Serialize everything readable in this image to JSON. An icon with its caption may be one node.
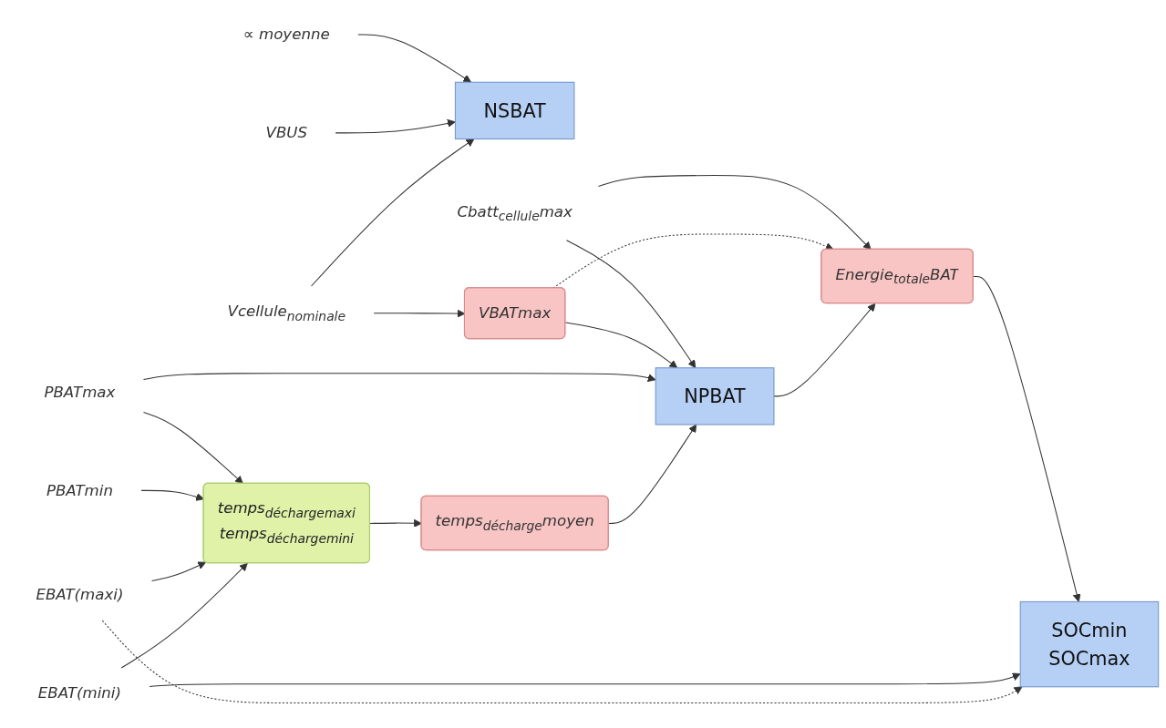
{
  "diagram": {
    "nodes": [
      {
        "text": [
          "∝ moyenne"
        ]
      },
      {
        "text": [
          "VBUS"
        ]
      },
      {
        "text": [
          "Vcellule$_{nominale}$"
        ]
      },
      {
        "text": [
          "NSBAT"
        ]
      },
      {
        "text": [
          "Cbatt$_{cellule}$max"
        ]
      },
      {
        "text": [
          "NPBAT"
        ]
      },
      {
        "text": [
          "VBATmax"
        ]
      },
      {
        "text": [
          "Energie$_{totale}$BAT"
        ]
      },
      {
        "text": [
          "PBATmax"
        ]
      },
      {
        "text": [
          "PBATmin"
        ]
      },
      {
        "text": [
          "EBAT(maxi)"
        ]
      },
      {
        "text": [
          "EBAT(mini)"
        ]
      },
      {
        "text": [
          "temps$_{décharge}$$_{maxi}$",
          "temps$_{décharge}$$_{mini}$"
        ]
      },
      {
        "text": [
          "temps$_{décharge}$moyen"
        ]
      },
      {
        "text": [
          "SOCmin",
          "SOCmax"
        ]
      }
    ],
    "edges": [
      {
        "from": 0,
        "to": 3,
        "arrow": "to"
      },
      {
        "from": 1,
        "to": 3,
        "arrow": "to"
      },
      {
        "from": 2,
        "to": 3,
        "arrow": "to"
      },
      {
        "from": 2,
        "to": 6,
        "arrow": "to"
      },
      {
        "from": 4,
        "to": 5,
        "arrow": "to"
      },
      {
        "from": 4,
        "to": 7,
        "arrow": "to"
      },
      {
        "from": 6,
        "to": 5,
        "arrow": "to"
      },
      {
        "from": 6,
        "to": 7,
        "arrow": "to",
        "style": "dashed"
      },
      {
        "from": 8,
        "to": 5,
        "arrow": "to"
      },
      {
        "from": 13,
        "to": 5,
        "arrow": "to"
      },
      {
        "from": 5,
        "to": 7,
        "arrow": "to"
      },
      {
        "from": 8,
        "to": 12,
        "arrow": "to"
      },
      {
        "from": 9,
        "to": 12,
        "arrow": "to"
      },
      {
        "from": 10,
        "to": 12,
        "arrow": "to"
      },
      {
        "from": 11,
        "to": 12,
        "arrow": "to"
      },
      {
        "from": 12,
        "to": 13,
        "arrow": "to"
      },
      {
        "from": 7,
        "to": 14,
        "arrow": "to"
      },
      {
        "from": 11,
        "to": 14,
        "arrow": "to"
      },
      {
        "from": 10,
        "to": 14,
        "arrow": "to",
        "style": "dashed"
      }
    ]
  }
}
